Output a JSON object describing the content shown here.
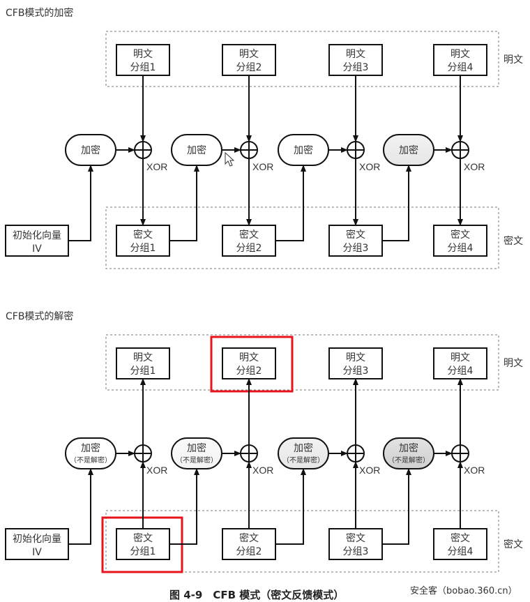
{
  "encryption": {
    "title": "CFB模式的加密",
    "plaintext_label": "明文",
    "ciphertext_label": "密文",
    "iv": {
      "line1": "初始化向量",
      "line2": "IV"
    },
    "plaintext_blocks": [
      {
        "line1": "明文",
        "line2": "分组1"
      },
      {
        "line1": "明文",
        "line2": "分组2"
      },
      {
        "line1": "明文",
        "line2": "分组3"
      },
      {
        "line1": "明文",
        "line2": "分组4"
      }
    ],
    "ciphertext_blocks": [
      {
        "line1": "密文",
        "line2": "分组1"
      },
      {
        "line1": "密文",
        "line2": "分组2"
      },
      {
        "line1": "密文",
        "line2": "分组3"
      },
      {
        "line1": "密文",
        "line2": "分组4"
      }
    ],
    "encrypt_nodes": [
      {
        "label": "加密"
      },
      {
        "label": "加密"
      },
      {
        "label": "加密"
      },
      {
        "label": "加密"
      }
    ],
    "xor_label": "XOR"
  },
  "decryption": {
    "title": "CFB模式的解密",
    "plaintext_label": "明文",
    "ciphertext_label": "密文",
    "iv": {
      "line1": "初始化向量",
      "line2": "IV"
    },
    "plaintext_blocks": [
      {
        "line1": "明文",
        "line2": "分组1"
      },
      {
        "line1": "明文",
        "line2": "分组2",
        "highlighted": true
      },
      {
        "line1": "明文",
        "line2": "分组3"
      },
      {
        "line1": "明文",
        "line2": "分组4"
      }
    ],
    "ciphertext_blocks": [
      {
        "line1": "密文",
        "line2": "分组1",
        "highlighted": true
      },
      {
        "line1": "密文",
        "line2": "分组2"
      },
      {
        "line1": "密文",
        "line2": "分组3"
      },
      {
        "line1": "密文",
        "line2": "分组4"
      }
    ],
    "encrypt_nodes": [
      {
        "label": "加密",
        "sub": "（不是解密）"
      },
      {
        "label": "加密",
        "sub": "（不是解密）"
      },
      {
        "label": "加密",
        "sub": "（不是解密）"
      },
      {
        "label": "加密",
        "sub": "（不是解密）"
      }
    ],
    "xor_label": "XOR"
  },
  "caption": "图 4-9　CFB 模式（密文反馈模式）",
  "watermark": "安全客（bobao.360.cn）",
  "colors": {
    "highlight": "#e8141b",
    "line": "#111111",
    "dashed": "#777777"
  }
}
